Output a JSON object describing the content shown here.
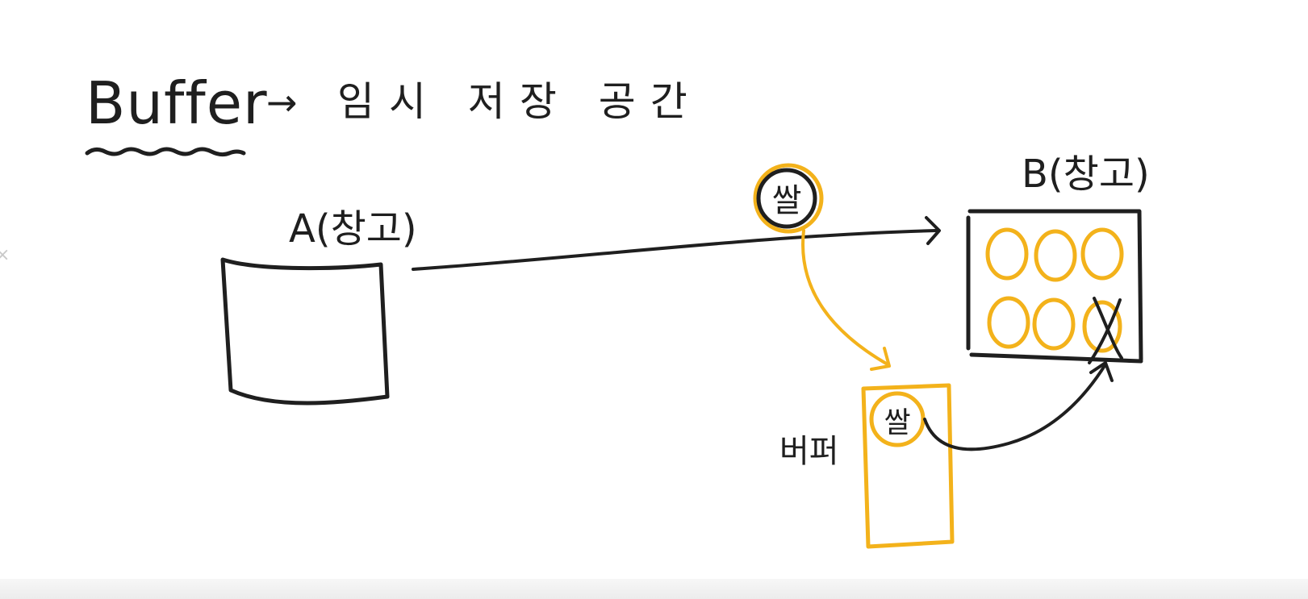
{
  "title": {
    "word": "Buffer",
    "arrow": "→",
    "description": "임시 저장 공간"
  },
  "warehouse_a": {
    "label": "A(창고)"
  },
  "warehouse_b": {
    "label": "B(창고)"
  },
  "item": {
    "label": "쌀"
  },
  "buffer": {
    "label": "버퍼",
    "item_label": "쌀"
  },
  "colors": {
    "ink": "#1f1f1f",
    "highlight": "#f3b21b",
    "background": "#ffffff"
  }
}
